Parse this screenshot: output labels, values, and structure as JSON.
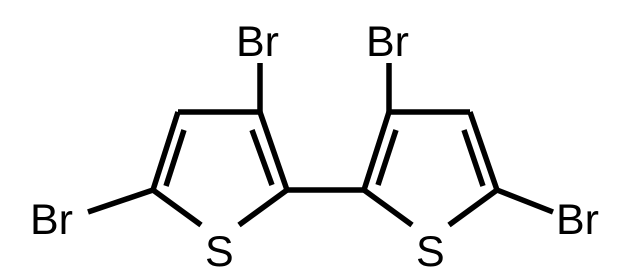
{
  "molecule": {
    "atoms": {
      "br_top_left": "Br",
      "br_top_right": "Br",
      "br_left": "Br",
      "br_right": "Br",
      "s_left": "S",
      "s_right": "S"
    }
  },
  "colors": {
    "bond": "#000000",
    "label": "#000000",
    "background": "#ffffff"
  }
}
